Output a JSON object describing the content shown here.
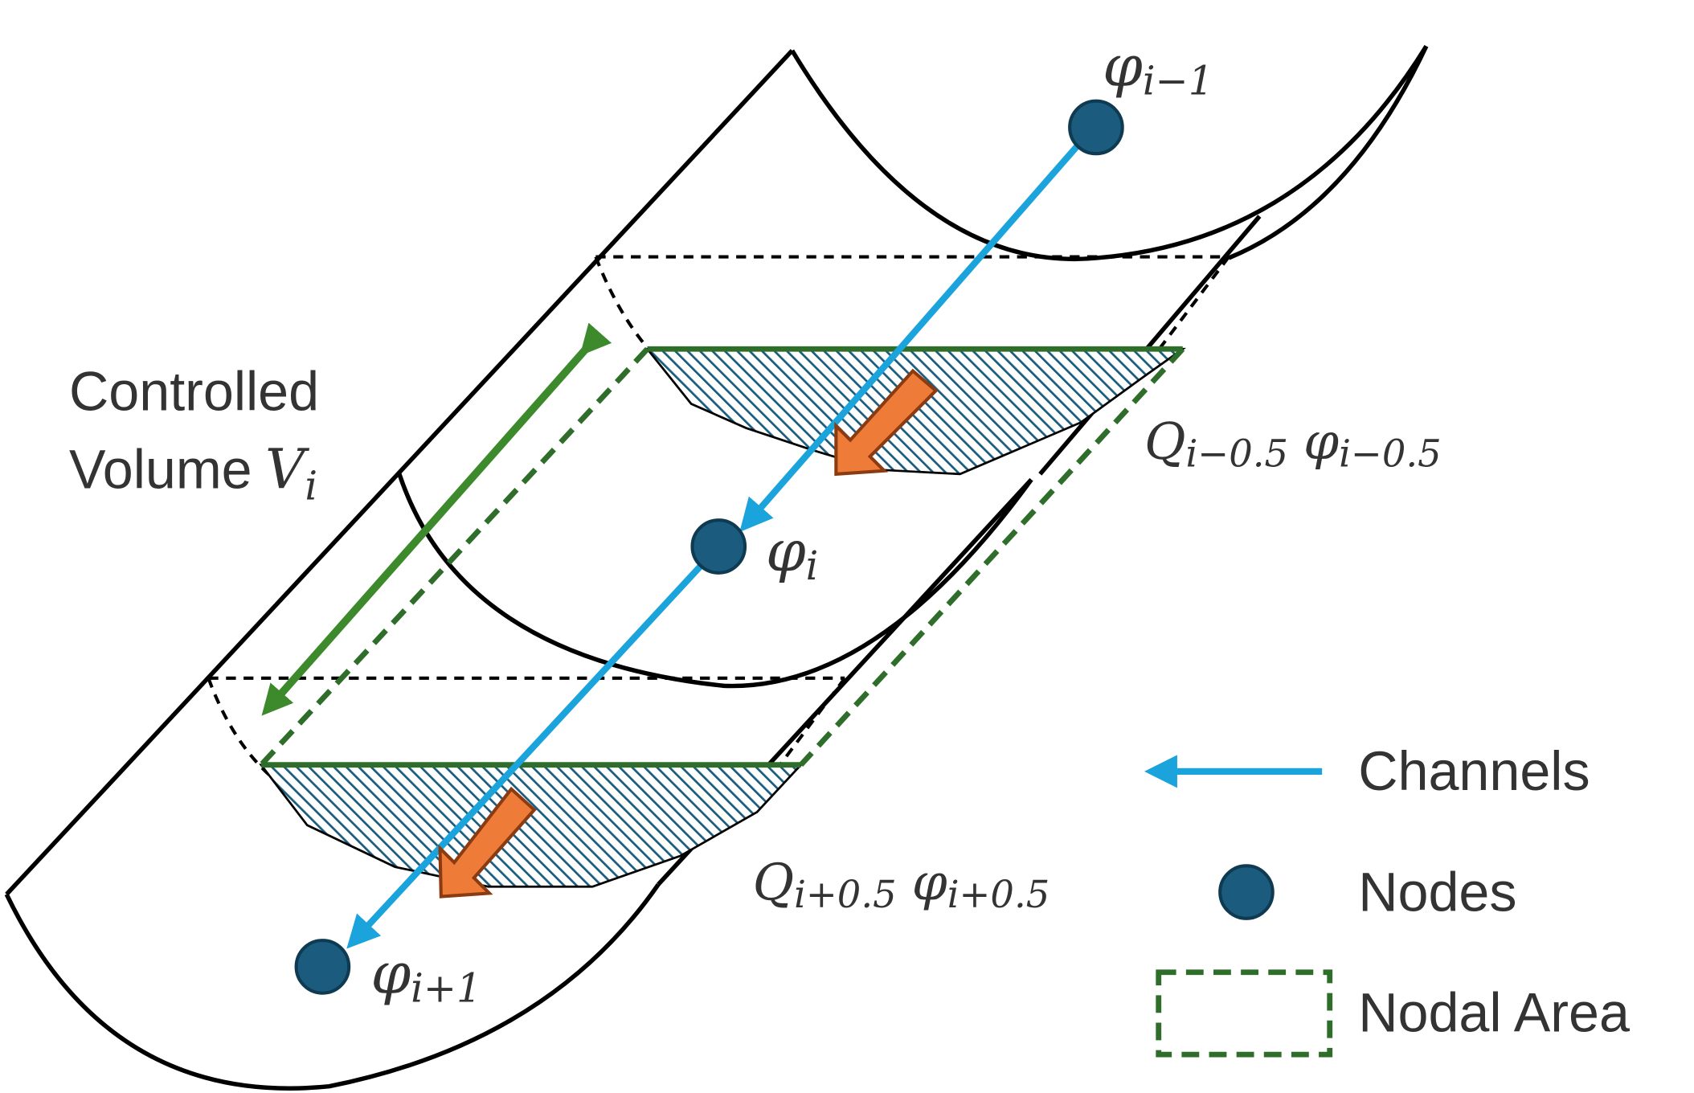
{
  "labels": {
    "phi_im1": {
      "base": "φ",
      "sub": "i−1"
    },
    "phi_i": {
      "base": "φ",
      "sub": "i"
    },
    "phi_ip1": {
      "base": "φ",
      "sub": "i+1"
    },
    "flux_upper": {
      "q": "Q",
      "q_sub": "i−0.5",
      "phi": "φ",
      "phi_sub": "i−0.5"
    },
    "flux_lower": {
      "q": "Q",
      "q_sub": "i+0.5",
      "phi": "φ",
      "phi_sub": "i+0.5"
    },
    "controlled_volume": {
      "line1": "Controlled",
      "line2": "Volume",
      "var": "V",
      "var_sub": "i"
    }
  },
  "legend": {
    "channels": "Channels",
    "nodes": "Nodes",
    "nodal_area": "Nodal Area"
  },
  "colors": {
    "channel": "#1ba3dc",
    "node_fill": "#1b5c7e",
    "node_stroke": "#0e3a52",
    "nodal_area": "#2e6e2a",
    "volume_arrow": "#3d8a2c",
    "flux_arrow_fill": "#ee7b38",
    "flux_arrow_stroke": "#8a3b12",
    "hatch": "#1b5c7e",
    "outline": "#000000"
  }
}
